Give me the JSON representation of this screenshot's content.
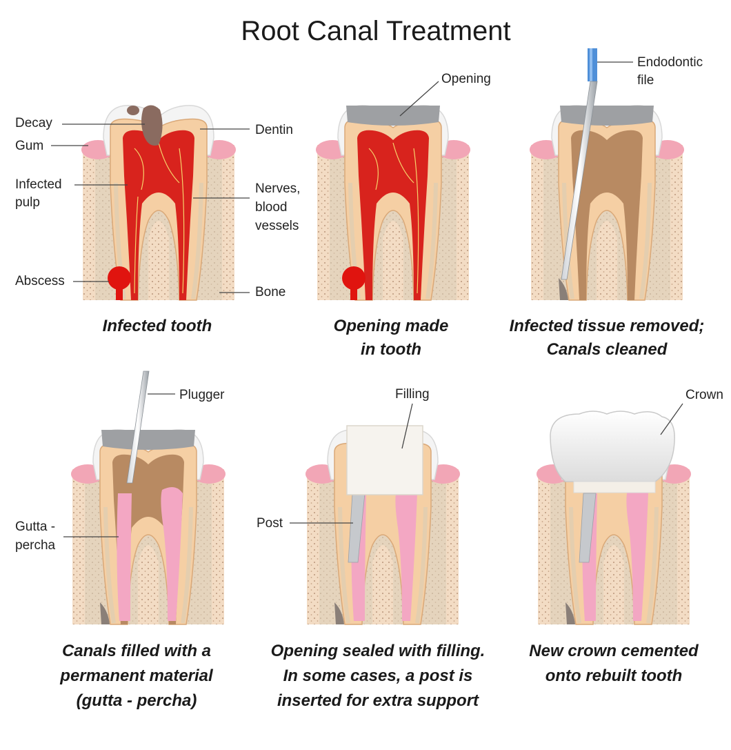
{
  "title": "Root Canal Treatment",
  "panels": [
    {
      "caption_lines": [
        "Infected tooth"
      ],
      "labels": {
        "decay": "Decay",
        "gum": "Gum",
        "infected_pulp_1": "Infected",
        "infected_pulp_2": "pulp",
        "abscess": "Abscess",
        "dentin": "Dentin",
        "nerves_1": "Nerves,",
        "nerves_2": "blood",
        "nerves_3": "vessels",
        "bone": "Bone"
      }
    },
    {
      "caption_lines": [
        "Opening made",
        "in tooth"
      ],
      "labels": {
        "opening": "Opening"
      }
    },
    {
      "caption_lines": [
        "Infected tissue removed;",
        "Canals cleaned"
      ],
      "labels": {
        "endodontic_1": "Endodontic",
        "endodontic_2": "file"
      }
    },
    {
      "caption_lines": [
        "Canals filled with a",
        "permanent material",
        "(gutta - percha)"
      ],
      "labels": {
        "plugger": "Plugger",
        "gutta_1": "Gutta -",
        "gutta_2": "percha"
      }
    },
    {
      "caption_lines": [
        "Opening sealed with filling.",
        "In some cases, a post is",
        "inserted for extra support"
      ],
      "labels": {
        "filling": "Filling",
        "post": "Post"
      }
    },
    {
      "caption_lines": [
        "New crown cemented",
        "onto rebuilt tooth"
      ],
      "labels": {
        "crown": "Crown"
      }
    }
  ],
  "colors": {
    "bone": "#f3dcc4",
    "bone_dots": "#b9957a",
    "gum": "#f2a6b6",
    "gum_band": "#d8cdb8",
    "enamel": "#f4f4f4",
    "dentin": "#f5cfa4",
    "pulp_infected": "#d8231d",
    "pulp_clean": "#b88a62",
    "gutta_percha": "#f3a7c3",
    "abscess": "#e0140f",
    "decay": "#8a6b60",
    "filling_grey": "#9ea0a3",
    "post": "#c6c9cd",
    "file_handle": "#4f8fd8"
  }
}
